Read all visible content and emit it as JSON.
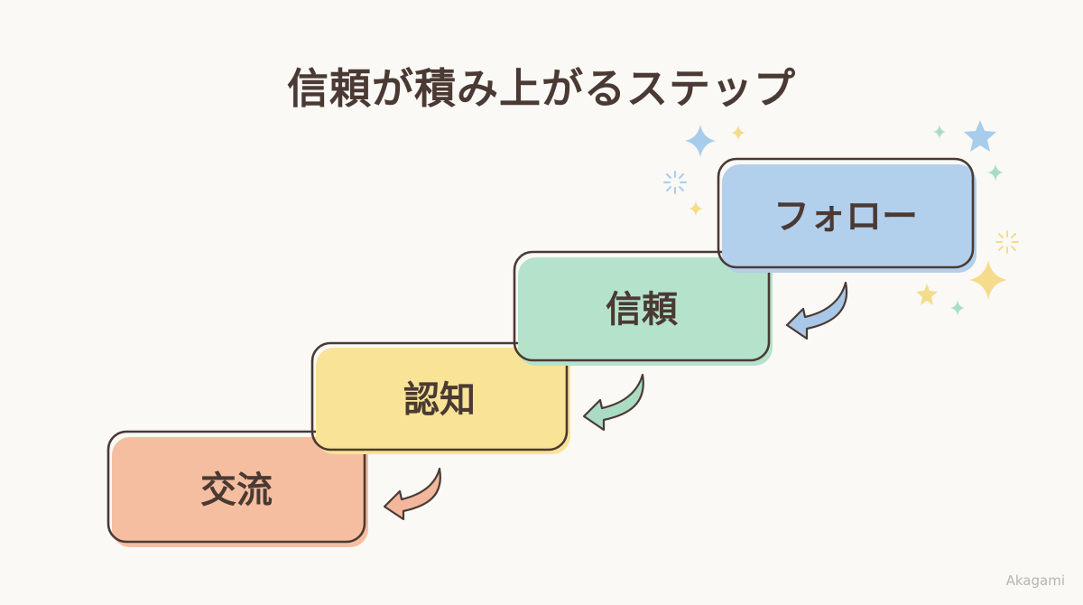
{
  "title": "信頼が積み上がるステップ",
  "steps": [
    {
      "label": "交流",
      "fill": "#f5bea0"
    },
    {
      "label": "認知",
      "fill": "#f8e396"
    },
    {
      "label": "信頼",
      "fill": "#b5e2cb"
    },
    {
      "label": "フォロー",
      "fill": "#b2cfec"
    }
  ],
  "arrow_colors": [
    "#f2b79c",
    "#a9dcc3",
    "#a9c7e6"
  ],
  "sparkle_colors": {
    "blue": "#a8cdec",
    "yellow": "#f4dc8c",
    "mint": "#a9dcc8"
  },
  "outline_color": "#4a3a33",
  "watermark": "Akagami"
}
